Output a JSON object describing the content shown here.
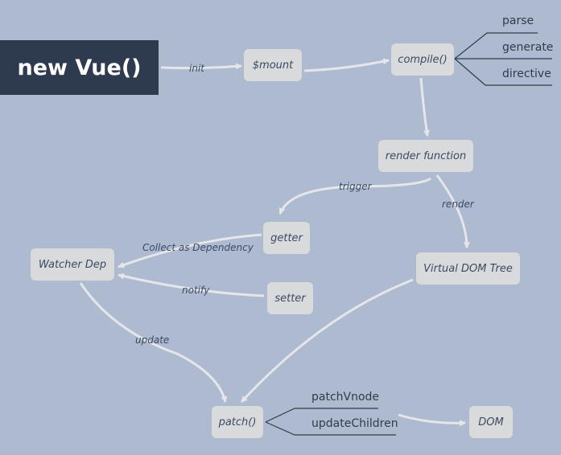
{
  "root": {
    "label": "new Vue()"
  },
  "nodes": {
    "mount": "$mount",
    "compile": "compile()",
    "render_function": "render function",
    "getter": "getter",
    "setter": "setter",
    "watcher_dep": "Watcher Dep",
    "virtual_dom_tree": "Virtual DOM Tree",
    "patch": "patch()",
    "dom": "DOM"
  },
  "compile_branches": [
    "parse",
    "generate",
    "directive"
  ],
  "patch_branches": [
    "patchVnode",
    "updateChildren"
  ],
  "edge_labels": {
    "init": "init",
    "trigger": "trigger",
    "render": "render",
    "collect": "Collect as Dependency",
    "notify": "notify",
    "update": "update"
  },
  "colors": {
    "background": "#aebad0",
    "root_fill": "#2e3b4e",
    "node_fill": "#d9dadc",
    "edge": "#e4e6ea",
    "branch_line": "#2e3b4e"
  }
}
